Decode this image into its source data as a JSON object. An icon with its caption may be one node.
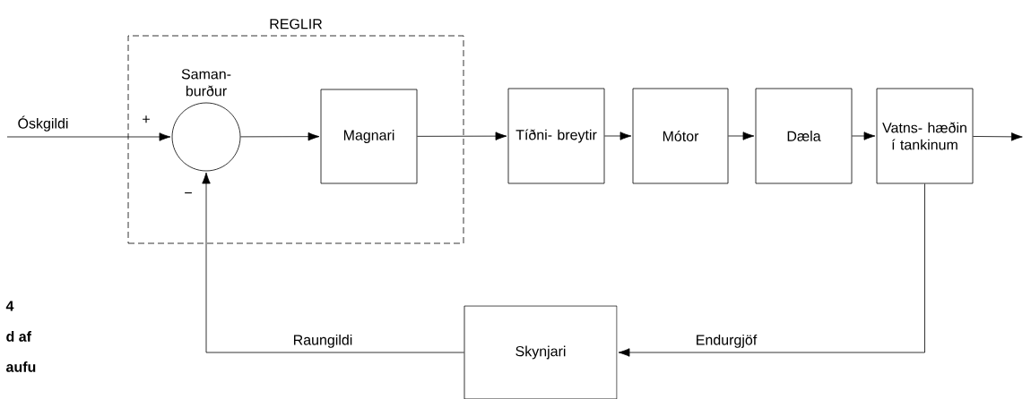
{
  "diagram": {
    "nodes": [
      {
        "text": [
          "REGLIR"
        ]
      },
      {
        "text": [
          "Saman- burður"
        ],
        "in": 0
      },
      {
        "text": [
          "Magnari"
        ],
        "in": 0
      },
      {
        "text": [
          "Tíðni- breytir"
        ]
      },
      {
        "text": [
          "Mótor"
        ]
      },
      {
        "text": [
          "Dæla"
        ]
      },
      {
        "text": [
          "Vatns- hæðin í tankinum"
        ]
      },
      {
        "text": [
          "Skynjari"
        ]
      }
    ],
    "edges": [
      {
        "from": null,
        "to": 1,
        "arrow": "to",
        "label": "Óskgildi"
      },
      {
        "from": 1,
        "to": 2,
        "arrow": "to"
      },
      {
        "from": 2,
        "to": 3,
        "arrow": "to"
      },
      {
        "from": 3,
        "to": 4,
        "arrow": "to"
      },
      {
        "from": 4,
        "to": 5,
        "arrow": "to"
      },
      {
        "from": 5,
        "to": 6,
        "arrow": "to"
      },
      {
        "from": 6,
        "to": null,
        "arrow": "to"
      },
      {
        "from": 6,
        "to": 7,
        "arrow": "to",
        "label": "Endurgjöf"
      },
      {
        "from": 7,
        "to": 1,
        "arrow": "to",
        "label": "Raungildi"
      }
    ],
    "labels": [
      "+",
      "−",
      "4",
      "d af",
      "aufu"
    ]
  }
}
